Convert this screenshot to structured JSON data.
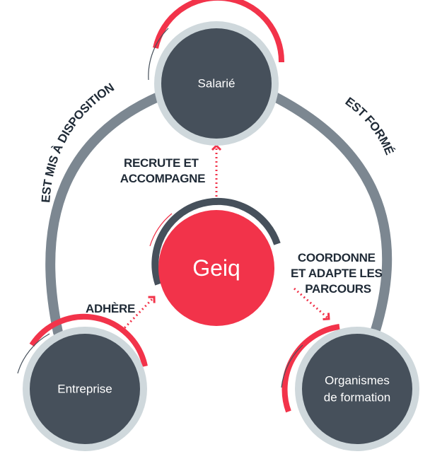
{
  "colors": {
    "navy": "#46505b",
    "red": "#f2334a",
    "ring": "#cfd8dc",
    "arc_grey": "#7c8791",
    "text_dark": "#1f2a36"
  },
  "nodes": {
    "center": {
      "label": "Geiq"
    },
    "top": {
      "label": "Salarié"
    },
    "bottom_left": {
      "label": "Entreprise"
    },
    "bottom_right": {
      "label_line1": "Organismes",
      "label_line2": "de formation"
    }
  },
  "edges": {
    "left_arc": {
      "label": "EST MIS À DISPOSITION"
    },
    "right_arc": {
      "label": "EST FORMÉ"
    },
    "center_to_top": {
      "label_line1": "RECRUTE ET",
      "label_line2": "ACCOMPAGNE"
    },
    "center_to_right": {
      "label_line1": "COORDONNE",
      "label_line2": "ET ADAPTE LES",
      "label_line3": "PARCOURS"
    },
    "left_to_center": {
      "label": "ADHÈRE"
    }
  }
}
